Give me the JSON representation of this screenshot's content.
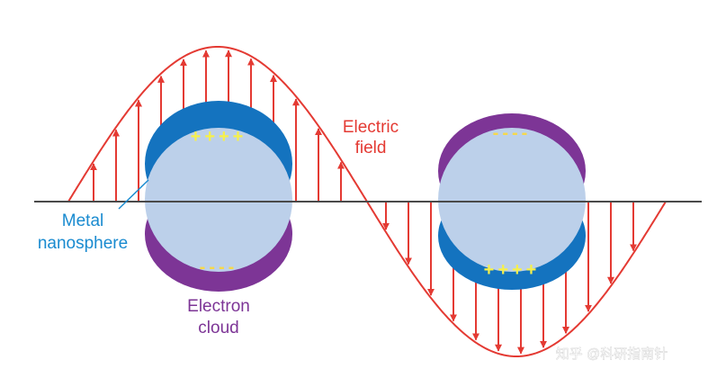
{
  "colors": {
    "wave": "#e43a33",
    "axis": "#4a4a4a",
    "sphere": "#bcd0ea",
    "cloud_blue": "#1473bf",
    "cloud_purple": "#7d3596",
    "plus": "#f6f04a",
    "minus": "#f6d84a",
    "label_red": "#e43a33",
    "label_blue": "#1a8bd0",
    "label_purple": "#7d3596",
    "watermark": "#ffffff"
  },
  "labels": {
    "electric_field_line1": "Electric",
    "electric_field_line2": "field",
    "metal_line1": "Metal",
    "metal_line2": "nanosphere",
    "electron_line1": "Electron",
    "electron_line2": "cloud"
  },
  "charges": {
    "left_top": "++++",
    "left_bottom": "----",
    "right_top": "----",
    "right_bottom": "++++"
  },
  "watermark": "知乎 @科研指南针"
}
